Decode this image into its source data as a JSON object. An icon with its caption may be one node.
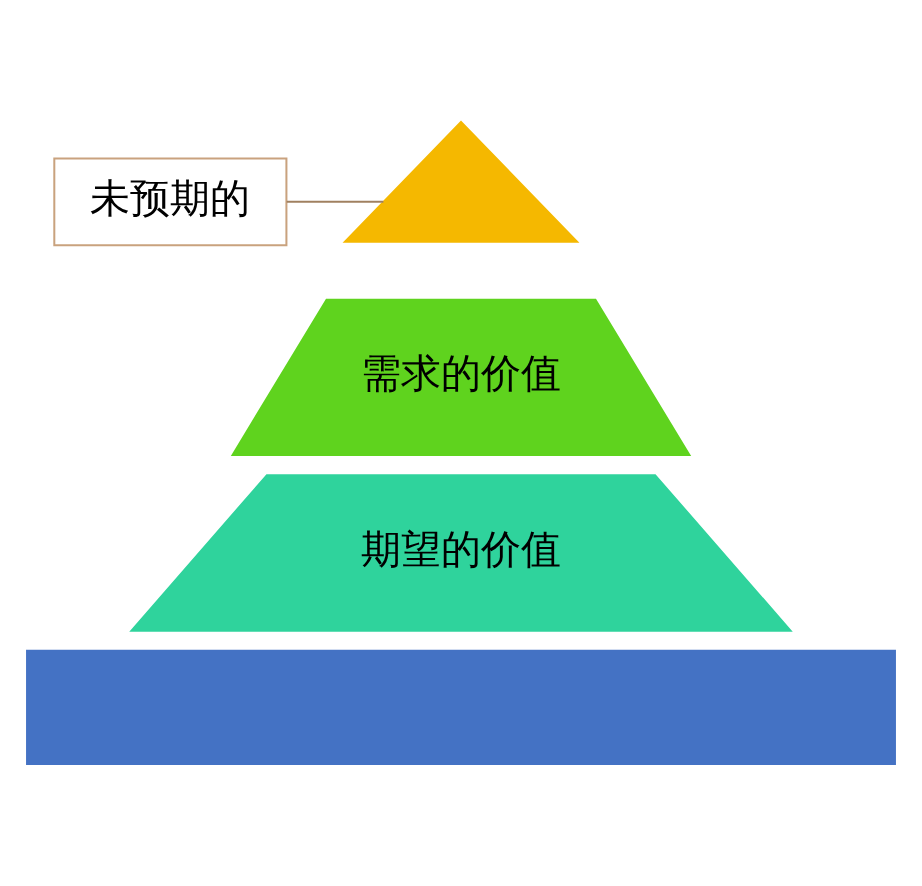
{
  "diagram": {
    "nodes": [
      {
        "text": [],
        "shape": "triangle"
      },
      {
        "text": [
          "未预期的"
        ]
      },
      {
        "text": [
          "需求的价值"
        ]
      },
      {
        "text": [
          "期望的价值"
        ]
      },
      {
        "text": [],
        "shape": "bar"
      }
    ],
    "edges": [
      {
        "from": 1,
        "to": 0,
        "arrow": "none"
      }
    ]
  }
}
